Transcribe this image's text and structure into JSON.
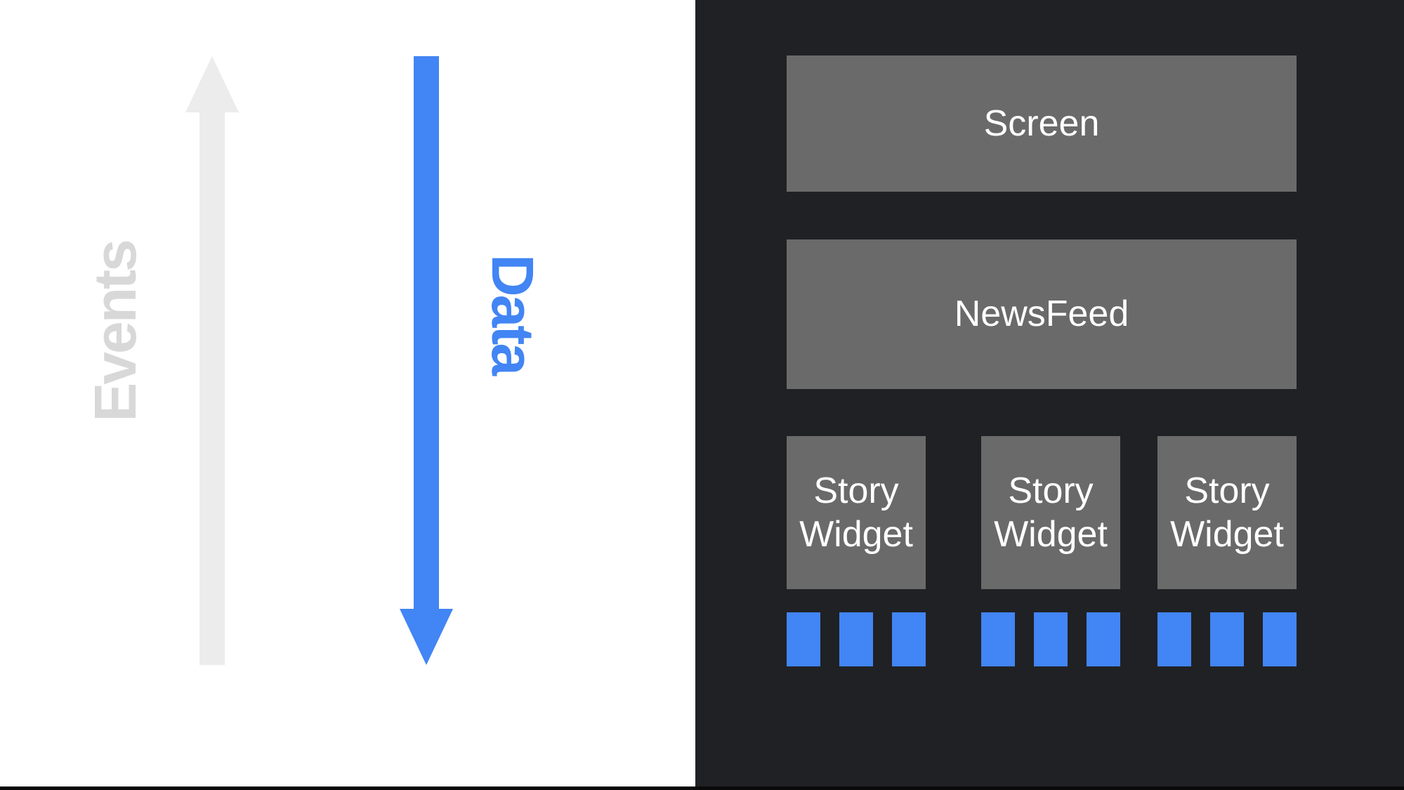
{
  "left_panel": {
    "events_label": "Events",
    "data_label": "Data"
  },
  "right_panel": {
    "screen_label": "Screen",
    "newsfeed_label": "NewsFeed",
    "story_widgets": [
      {
        "label": "Story Widget",
        "tiles": 3
      },
      {
        "label": "Story Widget",
        "tiles": 3
      },
      {
        "label": "Story Widget",
        "tiles": 3
      }
    ]
  },
  "colors": {
    "accent-blue": "#4285f4",
    "panel-dark": "#202124",
    "box-gray": "#6a6a6a",
    "arrow-light": "#ececec",
    "events-gray": "#d8d8d8",
    "white": "#ffffff",
    "edge-black": "#0a0a0a"
  }
}
